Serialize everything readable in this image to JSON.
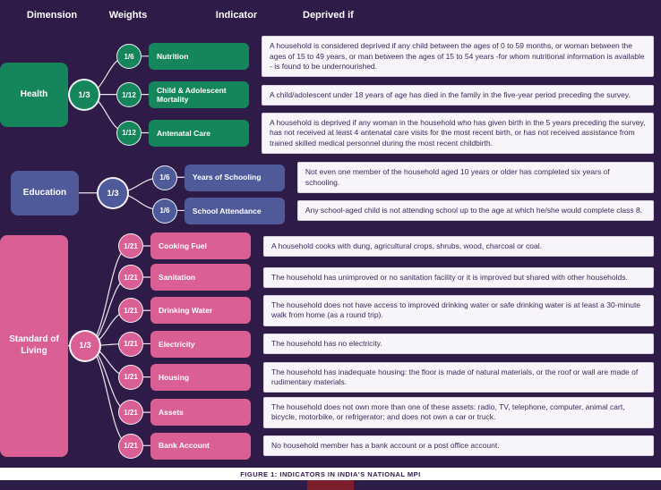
{
  "header": {
    "dimension": "Dimension",
    "weights": "Weights",
    "indicator": "Indicator",
    "deprived_if": "Deprived if"
  },
  "colors": {
    "background": "#2e1b47",
    "health": "#15865c",
    "education": "#4f5a9b",
    "standard_of_living": "#d95f94",
    "line": "#ffffff",
    "footer_accent": "#7a1f2b"
  },
  "groups": [
    {
      "id": "health",
      "dimension": "Health",
      "weight": "1/3",
      "rows": [
        {
          "weight": "1/6",
          "indicator": "Nutrition",
          "deprived_if": "A household is considered deprived if any child between the ages of 0 to 59 months, or woman between the ages of 15 to 49 years, or man between the ages of 15 to 54 years -for whom nutritional information is available - is found to be undernourished."
        },
        {
          "weight": "1/12",
          "indicator": "Child & Adolescent Mortality",
          "deprived_if": "A child/adolescent under 18 years of age has died in the family in the five-year period preceding the survey."
        },
        {
          "weight": "1/12",
          "indicator": "Antenatal Care",
          "deprived_if": "A household is deprived if any woman in the household who has given birth in the 5 years preceding the survey, has not received at least 4 antenatal care visits for the most recent birth, or has not received assistance from trained skilled medical personnel during the most recent childbirth."
        }
      ]
    },
    {
      "id": "education",
      "dimension": "Education",
      "weight": "1/3",
      "rows": [
        {
          "weight": "1/6",
          "indicator": "Years of Schooling",
          "deprived_if": "Not even one member of the household aged 10 years or older has completed six years of schooling."
        },
        {
          "weight": "1/6",
          "indicator": "School Attendance",
          "deprived_if": "Any school-aged child is not attending school up to the age at which he/she would complete class 8."
        }
      ]
    },
    {
      "id": "standard_of_living",
      "dimension": "Standard of Living",
      "weight": "1/3",
      "rows": [
        {
          "weight": "1/21",
          "indicator": "Cooking Fuel",
          "deprived_if": "A household cooks with dung, agricultural crops, shrubs, wood, charcoal or coal."
        },
        {
          "weight": "1/21",
          "indicator": "Sanitation",
          "deprived_if": "The household has unimproved or no sanitation facility or it is improved but shared with other households."
        },
        {
          "weight": "1/21",
          "indicator": "Drinking Water",
          "deprived_if": "The household does not have access to improved drinking water or safe drinking water is at least a 30-minute walk from home (as a round trip)."
        },
        {
          "weight": "1/21",
          "indicator": "Electricity",
          "deprived_if": "The household has no electricity."
        },
        {
          "weight": "1/21",
          "indicator": "Housing",
          "deprived_if": "The household has inadequate housing: the floor is made of natural materials, or the roof or wall are made of rudimentary materials."
        },
        {
          "weight": "1/21",
          "indicator": "Assets",
          "deprived_if": "The household does not own more than one of these assets: radio, TV, telephone, computer, animal cart, bicycle, motorbike, or refrigerator; and does not own a car or truck."
        },
        {
          "weight": "1/21",
          "indicator": "Bank Account",
          "deprived_if": "No household member has a bank account or a post office account."
        }
      ]
    }
  ],
  "footer": {
    "caption": "FIGURE 1: INDICATORS IN INDIA'S NATIONAL MPI"
  }
}
